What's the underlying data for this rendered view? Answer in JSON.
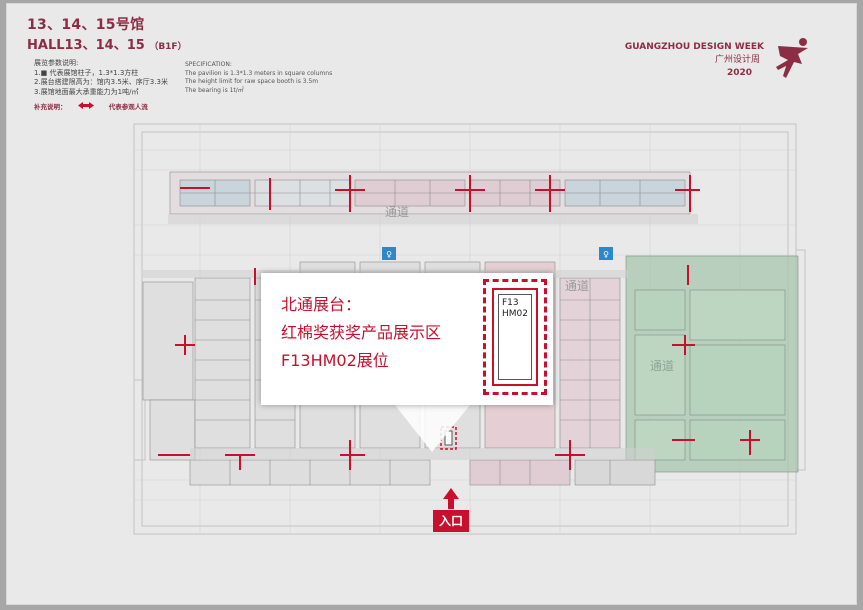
{
  "header": {
    "title_cn": "13、14、15号馆",
    "title_en": "HALL13、14、15",
    "floor": "（B1F）"
  },
  "specs": {
    "heading_cn": "展览参数说明:",
    "items_cn": [
      "1.■ 代表展馆柱子，1.3*1.3方柱",
      "2.展台搭建限高为：馆内3.5米、序厅3.3米",
      "3.展馆地面最大承重能力为1吨/㎡"
    ],
    "heading_en": "SPECIFICATION:",
    "items_en": [
      "The pavilion is 1.3*1.3 meters in square columns",
      "The height limit for raw space booth is 3.5m",
      "The bearing is 1t/㎡"
    ]
  },
  "legend": {
    "label": "补充说明：",
    "item": "代表参观人流",
    "arrow_color": "#c8102e"
  },
  "brand": {
    "name_en": "GUANGZHOU DESIGN WEEK",
    "name_cn": "广州设计周",
    "year": "2020",
    "logo_icon": "running-figure-logo",
    "color": "#8c2d45"
  },
  "callout": {
    "line1": "北通展台：",
    "line2": "红棉奖获奖产品展示区",
    "line3": "F13HM02展位",
    "booth_code_1": "F13",
    "booth_code_2": "HM02",
    "color": "#c8102e"
  },
  "entrance": {
    "label": "入口"
  },
  "map_labels": {
    "aisle_top": "通道",
    "aisle_mid": "通道",
    "aisle_right": "通道"
  },
  "colors": {
    "background": "#a7a7a7",
    "paper": "#e9e9e9",
    "flow_arrow": "#c8102e",
    "green_zone": "#8fb79a",
    "pink_zone": "#d9b3bd",
    "blue_zone": "#a9c4d6",
    "restroom": "#2f86c8"
  }
}
